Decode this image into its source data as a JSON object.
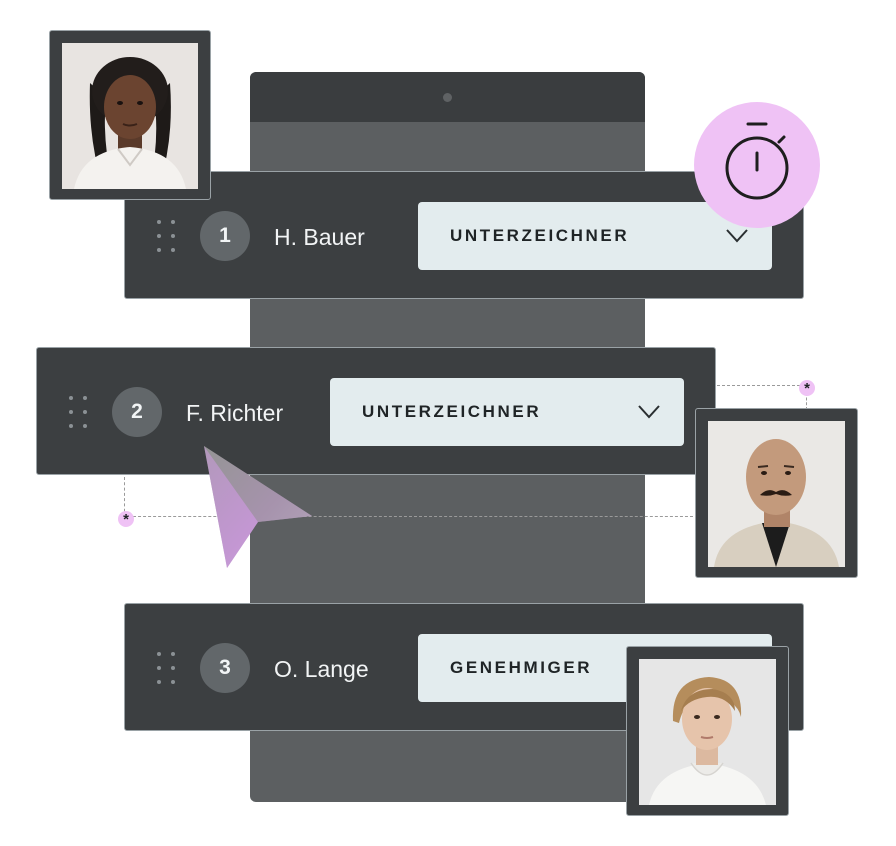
{
  "signers": [
    {
      "number": "1",
      "name": "H. Bauer",
      "role": "UNTERZEICHNER",
      "has_dropdown": true
    },
    {
      "number": "2",
      "name": "F. Richter",
      "role": "UNTERZEICHNER",
      "has_dropdown": true
    },
    {
      "number": "3",
      "name": "O. Lange",
      "role": "GENEHMIGER",
      "has_dropdown": false
    }
  ],
  "marker_symbol": "*",
  "icons": [
    "drag-handle-icon",
    "chevron-down-icon",
    "stopwatch-icon",
    "send-arrow-icon"
  ],
  "colors": {
    "row_bg": "#3c3f41",
    "device_bg": "#5c5f61",
    "select_bg": "#e3ecee",
    "accent_pink": "#efc2f5",
    "number_badge": "#62676a"
  }
}
